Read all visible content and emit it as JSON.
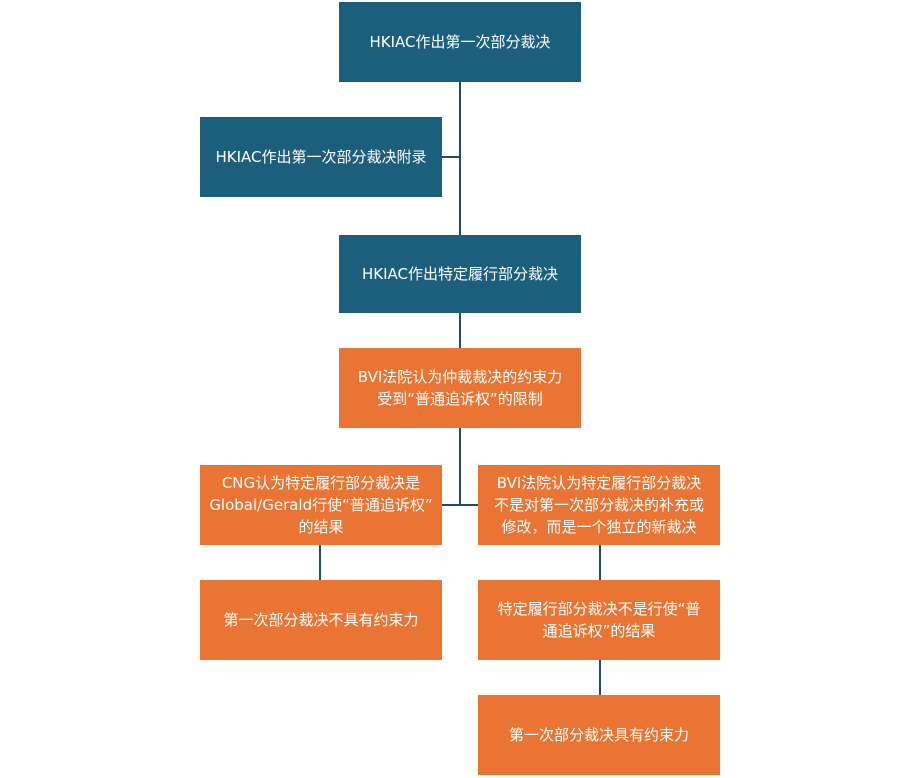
{
  "nodes": [
    {
      "id": "n1",
      "text": "HKIAC作出第一次部分裁决",
      "color": "#1c5f7c"
    },
    {
      "id": "n2",
      "text": "HKIAC作出第一次部分裁决附录",
      "color": "#1c5f7c"
    },
    {
      "id": "n3",
      "text": "HKIAC作出特定履行部分裁决",
      "color": "#1c5f7c"
    },
    {
      "id": "n4",
      "text": "BVI法院认为仲裁裁决的约束力\n受到“普通追诉权”的限制",
      "color": "#ea7433"
    },
    {
      "id": "n5",
      "text": "CNG认为特定履行部分裁决是\nGlobal/Gerald行使“普通追诉权”\n的结果",
      "color": "#ea7433"
    },
    {
      "id": "n6",
      "text": "BVI法院认为特定履行部分裁决\n不是对第一次部分裁决的补充或\n修改，而是一个独立的新裁决",
      "color": "#ea7433"
    },
    {
      "id": "n7",
      "text": "第一次部分裁决不具有约束力",
      "color": "#ea7433"
    },
    {
      "id": "n8",
      "text": "特定履行部分裁决不是行使“普\n通追诉权”的结果",
      "color": "#ea7433"
    },
    {
      "id": "n9",
      "text": "第一次部分裁决具有约束力",
      "color": "#ea7433"
    }
  ],
  "edges": [
    {
      "from": "n1",
      "to": "n3"
    },
    {
      "from": "n2",
      "to": "n1"
    },
    {
      "from": "n3",
      "to": "n4"
    },
    {
      "from": "n4",
      "to": "n5"
    },
    {
      "from": "n4",
      "to": "n6"
    },
    {
      "from": "n5",
      "to": "n7"
    },
    {
      "from": "n6",
      "to": "n8"
    },
    {
      "from": "n8",
      "to": "n9"
    }
  ]
}
